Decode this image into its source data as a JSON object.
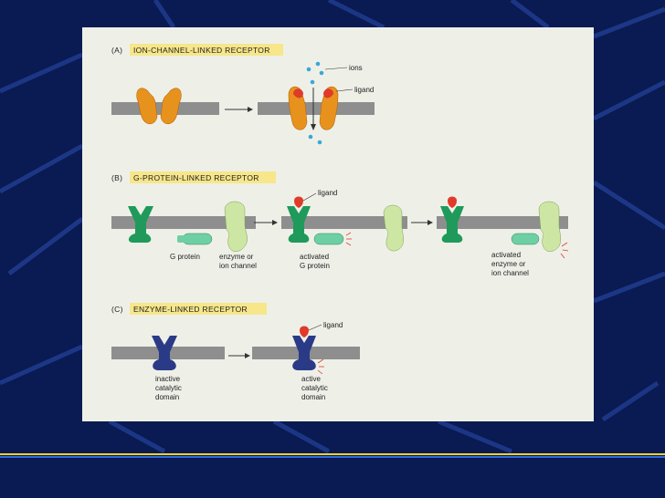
{
  "panels": {
    "a": {
      "letter": "(A)",
      "title": "ION-CHANNEL-LINKED RECEPTOR",
      "ions_label": "ions",
      "ligand_label": "ligand"
    },
    "b": {
      "letter": "(B)",
      "title": "G-PROTEIN-LINKED RECEPTOR",
      "ligand_label": "ligand",
      "g_protein_label": "G protein",
      "enzyme_label_line1": "enzyme or",
      "enzyme_label_line2": "ion channel",
      "activated_g_line1": "activated",
      "activated_g_line2": "G protein",
      "activated_enzyme_line1": "activated",
      "activated_enzyme_line2": "enzyme or",
      "activated_enzyme_line3": "ion channel"
    },
    "c": {
      "letter": "(C)",
      "title": "ENZYME-LINKED RECEPTOR",
      "ligand_label": "ligand",
      "inactive_line1": "inactive",
      "inactive_line2": "catalytic",
      "inactive_line3": "domain",
      "active_line1": "active",
      "active_line2": "catalytic",
      "active_line3": "domain"
    }
  },
  "colors": {
    "background": "#0a1a52",
    "membrane": "#8e8e8e",
    "ion_channel": "#e8921e",
    "ligand": "#e03a2a",
    "receptor_green": "#1f9a5a",
    "g_protein": "#6fcfa4",
    "enzyme": "#cde6a4",
    "enzyme_receptor": "#2b3a86",
    "title_highlight": "#f7e68a"
  }
}
